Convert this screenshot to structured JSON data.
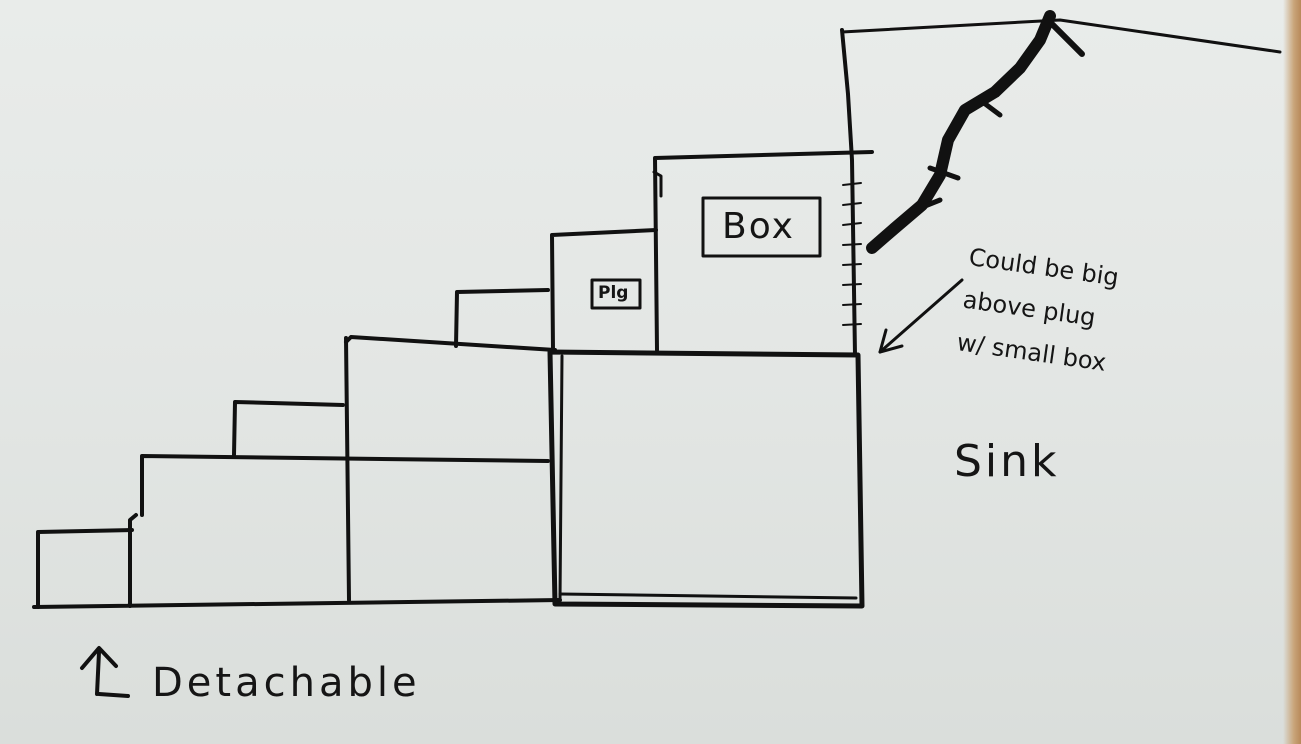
{
  "labels": {
    "box": "Box",
    "plug": "Plg",
    "note_lines": [
      "Could be big",
      "above plug",
      "w/ small box"
    ],
    "sink": "Sink",
    "detachable": "Detachable"
  }
}
